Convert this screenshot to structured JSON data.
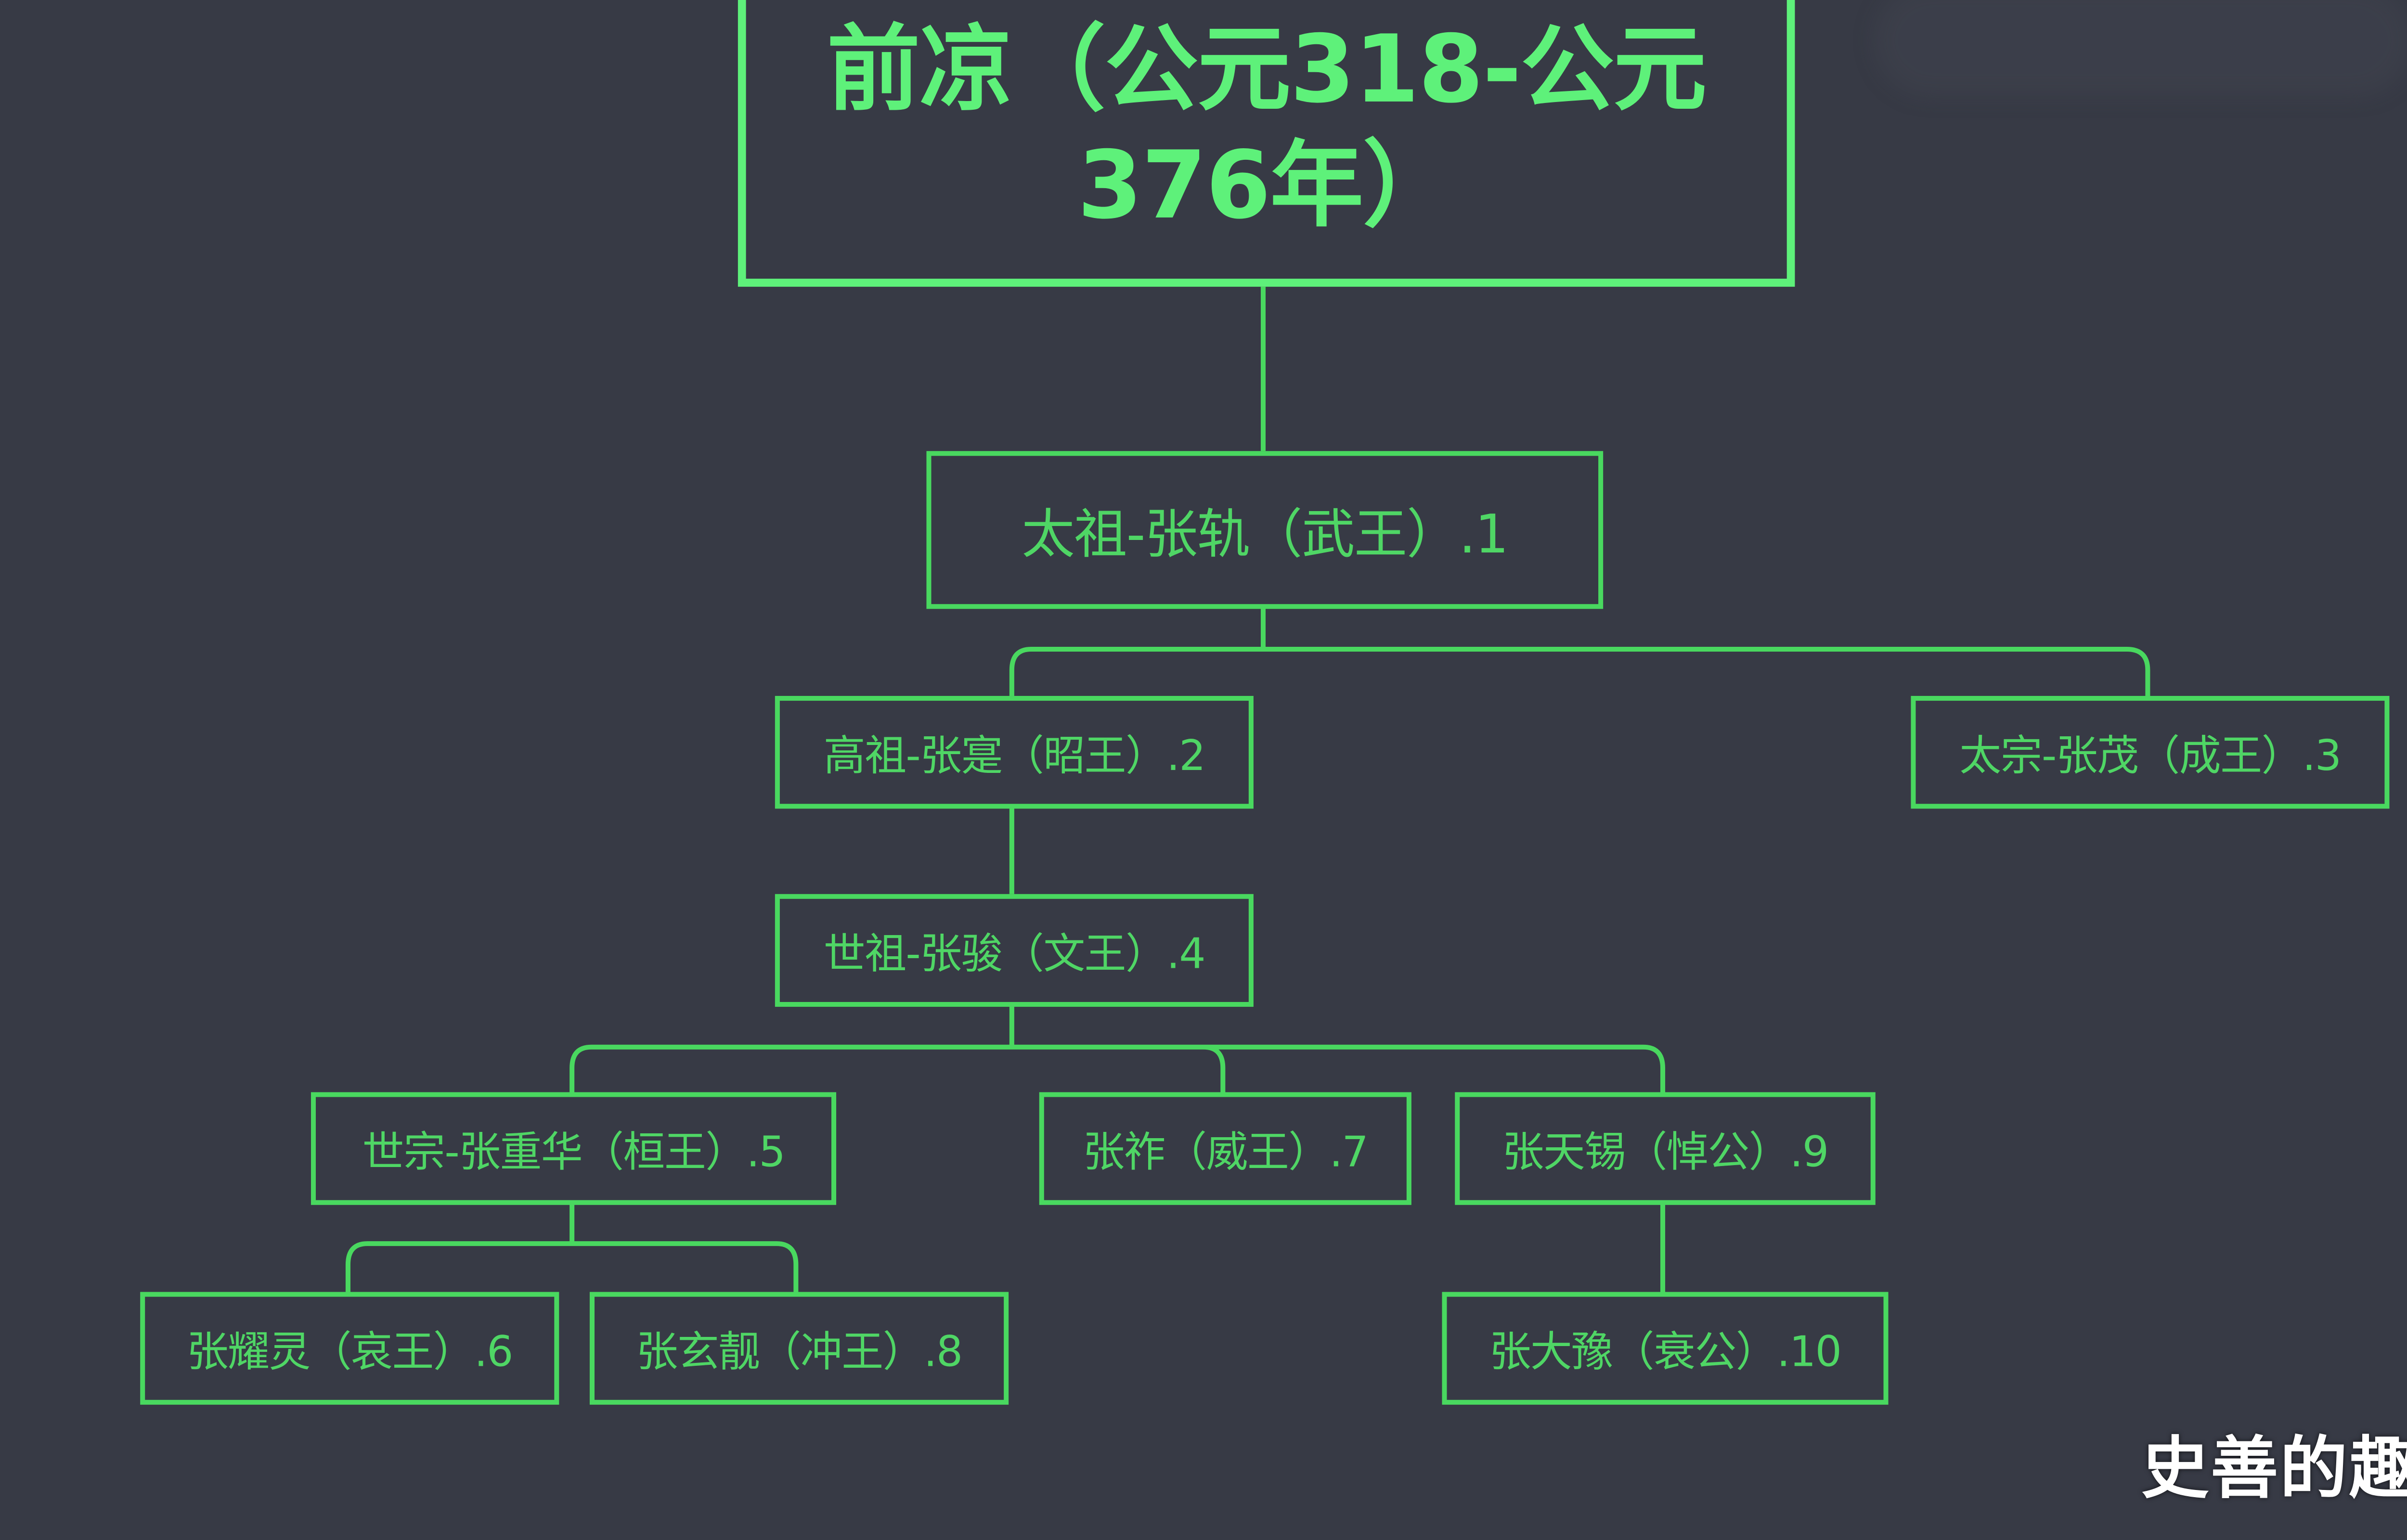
{
  "root": {
    "line1": "前凉（公元318-公元",
    "line2": "376年）"
  },
  "nodes": {
    "n1": "太祖-张轨（武王）.1",
    "n2": "高祖-张寔（昭王）.2",
    "n3": "太宗-张茂（成王）.3",
    "n4": "世祖-张骏（文王）.4",
    "n5": "世宗-张重华（桓王）.5",
    "n7": "张祚（威王）.7",
    "n9": "张天锡（悼公）.9",
    "n6": "张耀灵（哀王）.6",
    "n8": "张玄靓（冲王）.8",
    "n10": "张大豫（衰公）.10"
  },
  "watermark": "史善的趣水",
  "colors": {
    "background": "#373a45",
    "line": "#49d85f",
    "root_line": "#5ef17a",
    "text": "#4fd665"
  }
}
